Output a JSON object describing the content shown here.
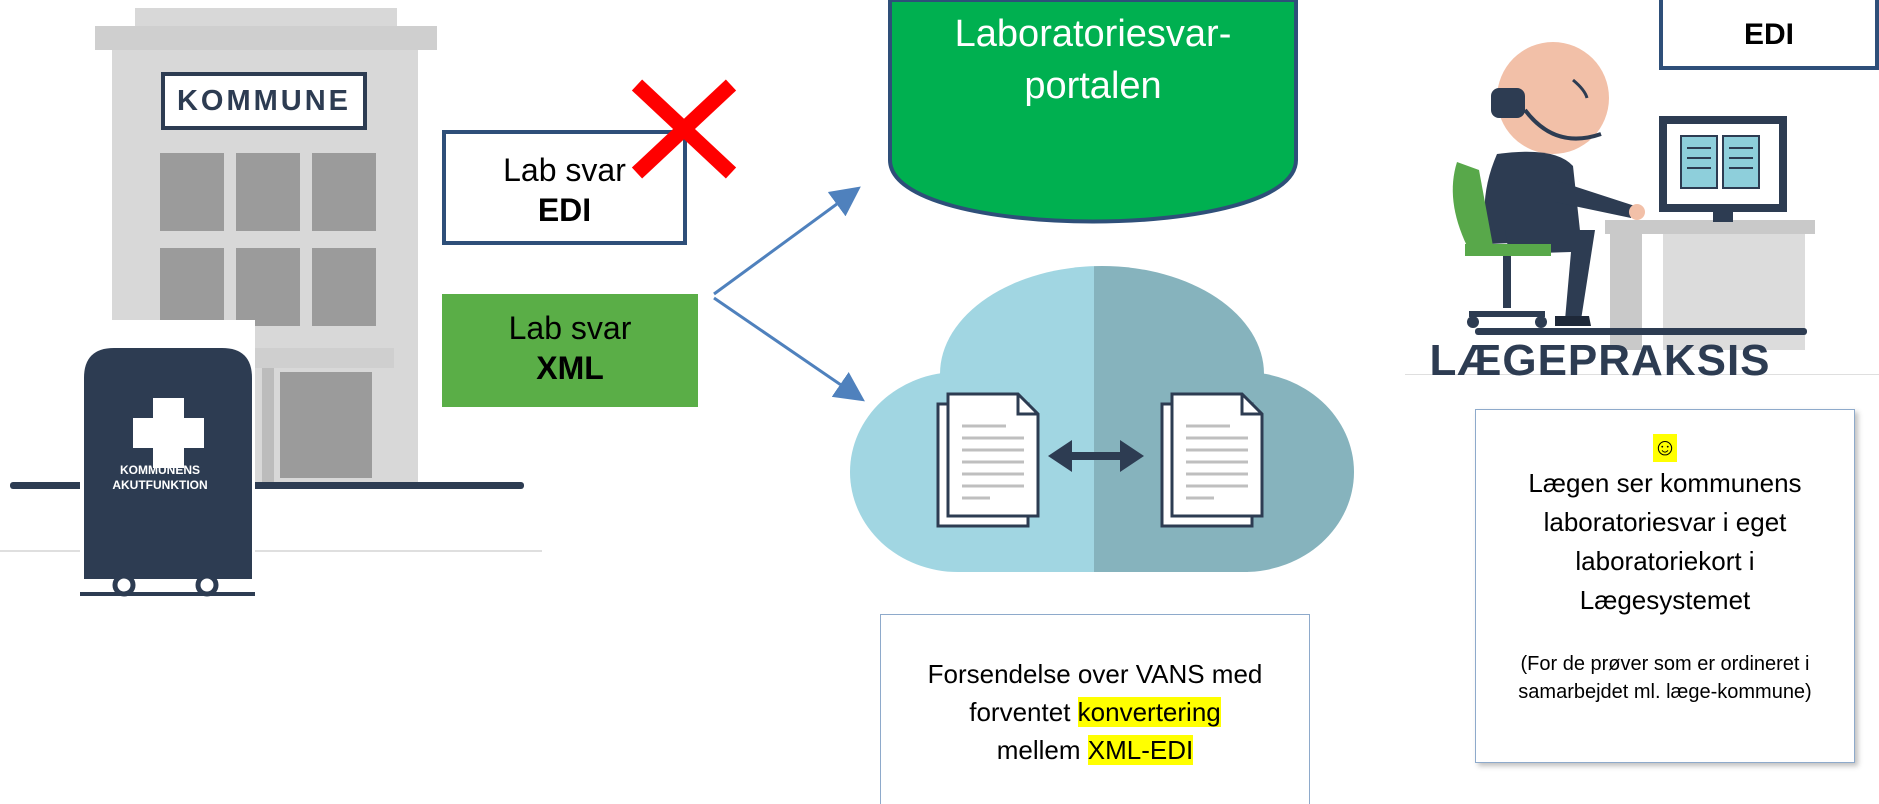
{
  "kommune": {
    "sign": "KOMMUNE",
    "akut_label": "KOMMUNENS AKUTFUNKTION"
  },
  "lab_edi": {
    "line1": "Lab svar",
    "line2": "EDI",
    "status": "rejected"
  },
  "lab_xml": {
    "line1": "Lab svar",
    "line2": "XML"
  },
  "portal": {
    "line1": "Laboratoriesvar-",
    "line2": "portalen"
  },
  "cloud_caption": {
    "part1": "Forsendelse over VANS med",
    "part2": "forventet ",
    "highlight1": "konvertering",
    "part3": "mellem ",
    "highlight2": "XML-EDI"
  },
  "laegepraksis": {
    "edi_tag": "EDI",
    "title": "LÆGEPRAKSIS",
    "smiley": "☺",
    "main_text": "Lægen ser kommunens laboratoriesvar i eget laboratoriekort i Lægesystemet",
    "note": "(For de prøver som er ordineret i samarbejdet ml. læge-kommune)"
  },
  "colors": {
    "navy": "#2d3c52",
    "box_border": "#2e4f79",
    "xml_green": "#5aae47",
    "portal_green": "#00b050",
    "arrow_blue": "#4f81bd",
    "cross_red": "#ff0000",
    "cloud_light": "#a1d6e2",
    "cloud_dark": "#86b3bd",
    "highlight": "#ffff00"
  }
}
